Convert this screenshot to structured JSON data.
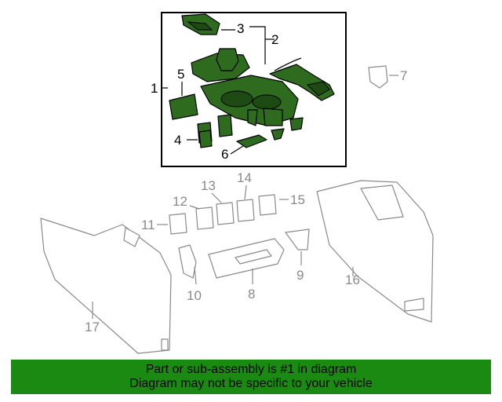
{
  "labels": {
    "l1": "1",
    "l2": "2",
    "l3": "3",
    "l4": "4",
    "l5": "5",
    "l6": "6",
    "l7": "7",
    "l8": "8",
    "l9": "9",
    "l10": "10",
    "l11": "11",
    "l12": "12",
    "l13": "13",
    "l14": "14",
    "l15": "15",
    "l16": "16",
    "l17": "17"
  },
  "banner": {
    "line1": "Part or sub-assembly is #1 in diagram",
    "line2": "Diagram may not be specific to your vehicle"
  },
  "colors": {
    "banner": "#1a8a12",
    "highlight_part": "#2e6b1f",
    "other_parts": "#8a8a8a"
  }
}
